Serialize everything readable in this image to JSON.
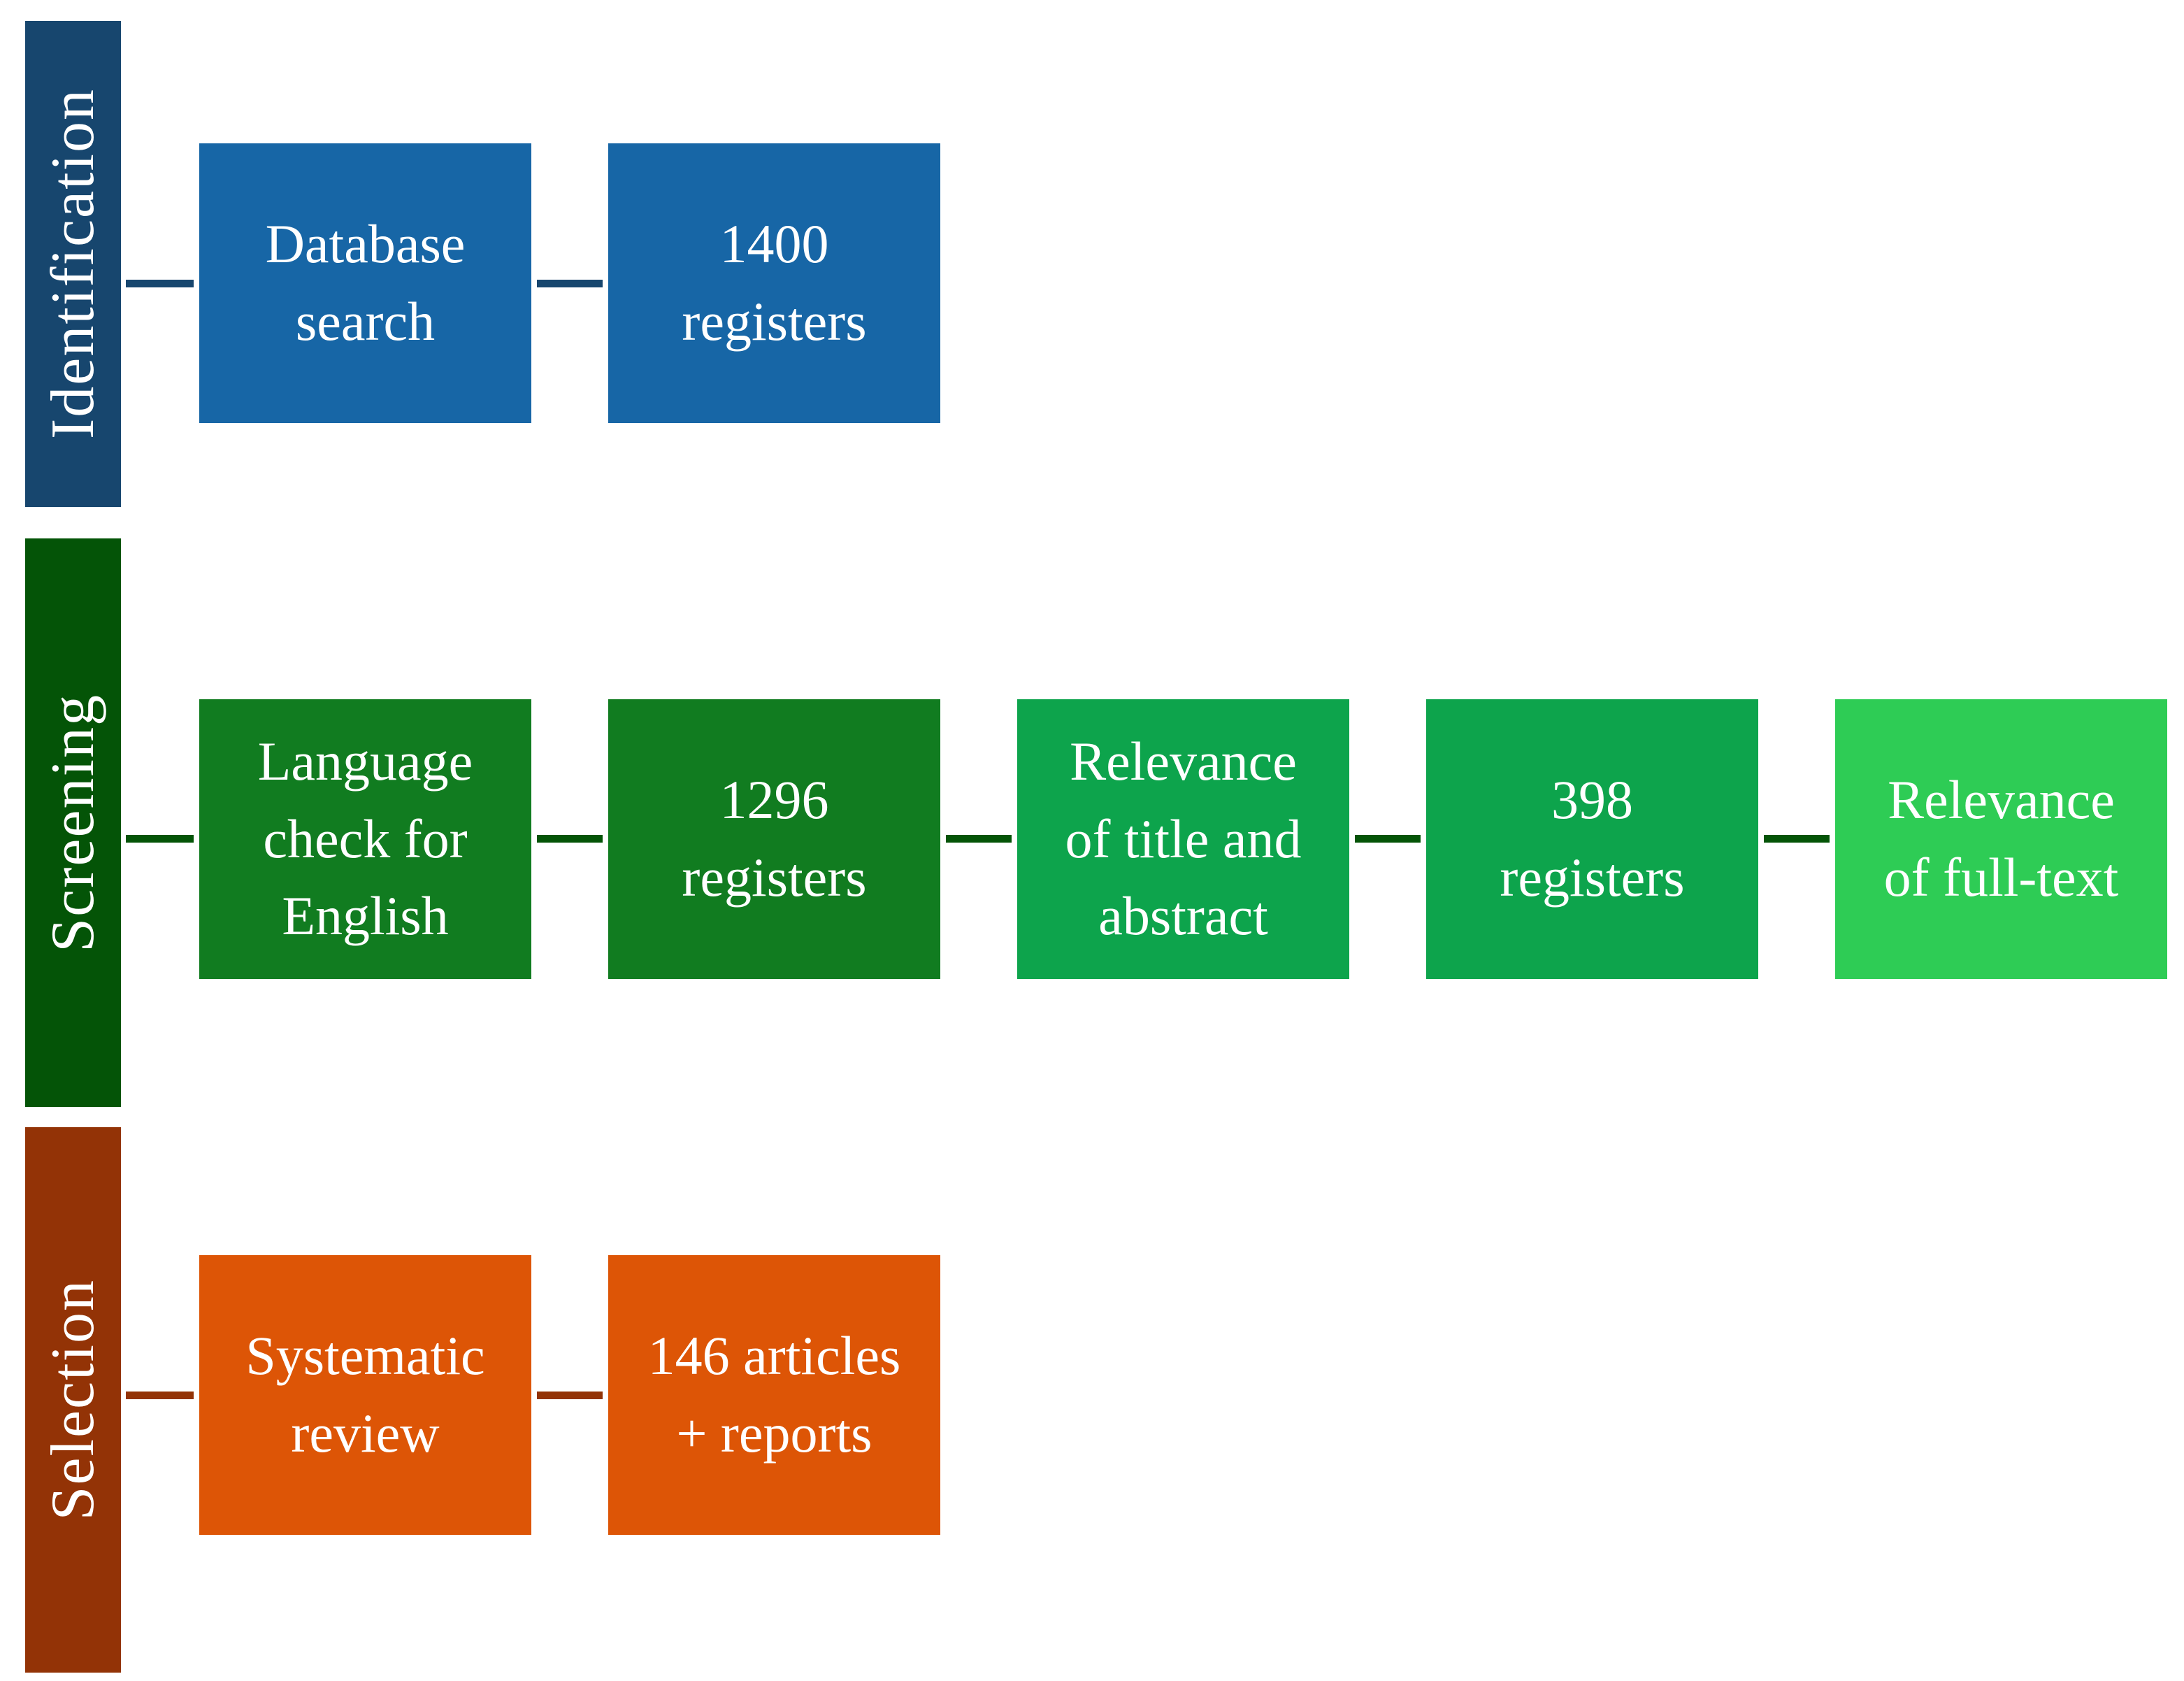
{
  "diagram": {
    "type": "flow-diagram",
    "description": "Systematic review selection flow with three phases",
    "phases": [
      {
        "label": "Identification",
        "bar_color": "#17466E",
        "connector_color": "#17466E",
        "boxes": [
          {
            "label": "Database\nsearch",
            "color": "#1766A6"
          },
          {
            "label": "1400\nregisters",
            "color": "#1766A6"
          }
        ]
      },
      {
        "label": "Screening",
        "bar_color": "#045407",
        "connector_color": "#045407",
        "boxes": [
          {
            "label": "Language\ncheck for\nEnglish",
            "color": "#117C20"
          },
          {
            "label": "1296\nregisters",
            "color": "#117C20"
          },
          {
            "label": "Relevance\nof title and\nabstract",
            "color": "#0DA44C"
          },
          {
            "label": "398\nregisters",
            "color": "#0DA44C"
          },
          {
            "label": "Relevance\nof full-text",
            "color": "#2ECC55"
          }
        ]
      },
      {
        "label": "Selection",
        "bar_color": "#933306",
        "connector_color": "#933306",
        "boxes": [
          {
            "label": "Systematic\nreview",
            "color": "#DD5506"
          },
          {
            "label": "146 articles\n+ reports",
            "color": "#DD5506"
          }
        ]
      }
    ],
    "counts": {
      "database_search_registers": "1400",
      "after_language_check_registers": "1296",
      "after_title_abstract_registers": "398",
      "final_articles_reports": "146"
    },
    "text_color": "#ffffff",
    "background_color": "#ffffff"
  }
}
